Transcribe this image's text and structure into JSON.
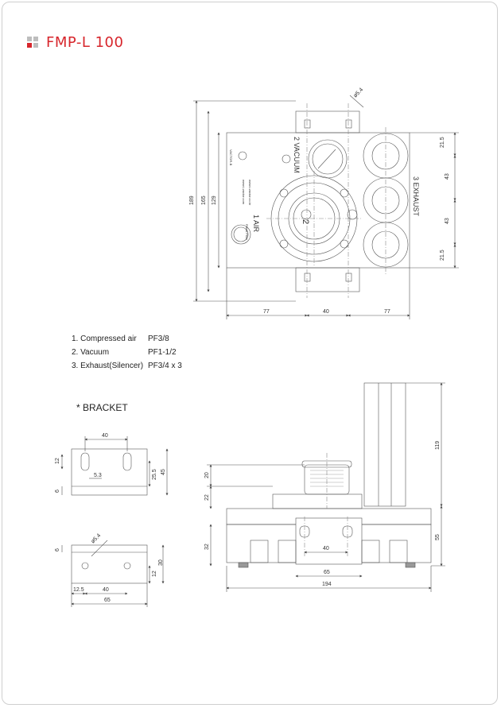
{
  "header": {
    "title": "FMP-L 100",
    "colors": {
      "accent": "#d7262c",
      "bullet_grey": "#bdbdbd"
    }
  },
  "specs": [
    {
      "label": "1. Compressed air",
      "value": "PF3/8"
    },
    {
      "label": "2. Vacuum",
      "value": "PF1-1/2"
    },
    {
      "label": "3. Exhaust(Silencer)",
      "value": "PF3/4 x 3"
    }
  ],
  "bracket_title": "* BRACKET",
  "front_view": {
    "port_vacuum": "2 VACUUM",
    "port_air": "1 AIR",
    "port_air_sub": "Press Flow",
    "port_exhaust": "3 EXHAUST",
    "center_mark": "2",
    "side_text_1": "VACTOR-B",
    "side_text_2": "www.i-vactor.co.kr",
    "side_text_3": "www.i-vactor.com",
    "dims": {
      "hole": "ø5.4",
      "h_total": "189",
      "h_mid": "165",
      "h_body": "129",
      "w_left": "77",
      "w_mid": "40",
      "w_right": "77",
      "r_top": "21.5",
      "r_mid1": "43",
      "r_mid2": "43",
      "r_bot": "21.5"
    }
  },
  "bracket_top": {
    "dims": {
      "w": "40",
      "h1": "12",
      "h2": "5.3",
      "h3": "25.5",
      "h4": "45",
      "t": "6"
    }
  },
  "bracket_bottom": {
    "dims": {
      "hole": "ø5.4",
      "t": "6",
      "a": "12",
      "b": "30",
      "c": "12.5",
      "d": "40",
      "w": "65"
    }
  },
  "side_view": {
    "dims": {
      "h_top": "119",
      "h_20": "20",
      "h_22": "22",
      "h_32": "32",
      "h_55": "55",
      "w_40": "40",
      "w_65": "65",
      "w_194": "194"
    }
  }
}
